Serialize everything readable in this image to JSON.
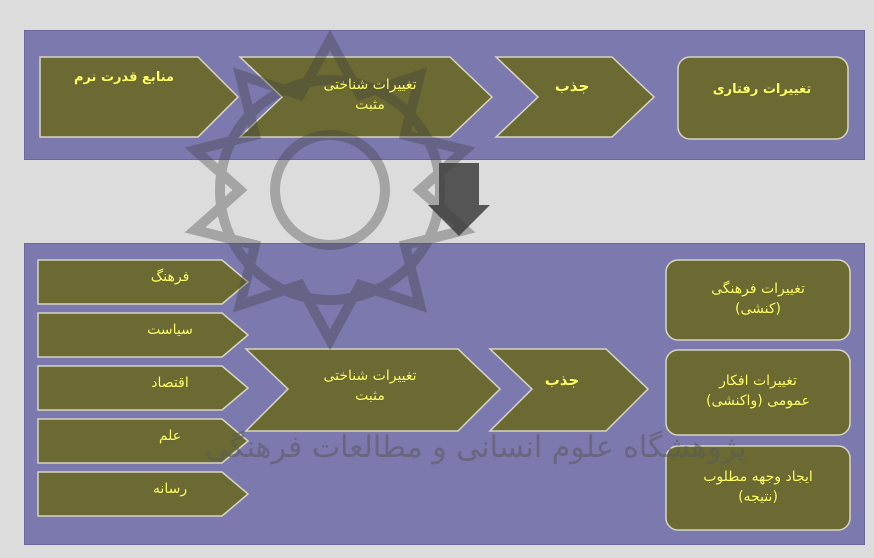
{
  "colors": {
    "panel": "#7b79ad",
    "shape_fill": "#6b6a33",
    "shape_stroke": "#d6d6c2",
    "text": "#ffff66",
    "arrow": "#555555",
    "watermark": "#5a5a5a"
  },
  "watermark": {
    "icon": "flower-emblem-icon",
    "text_line1": "پژوهشگاه علوم انسانی و مطالعات فرهنگی"
  },
  "top_row": {
    "chevron1": "منابع قدرت نرم",
    "chevron2_line1": "تغییرات شناختی",
    "chevron2_line2": "مثبت",
    "chevron3": "جذب",
    "result": "تغییرات رفتاری"
  },
  "down_arrow_icon": "down-arrow-icon",
  "bottom_row": {
    "sources": [
      "فرهنگ",
      "سیاست",
      "اقتصاد",
      "علم",
      "رسانه"
    ],
    "middle_line1": "تغییرات شناختی",
    "middle_line2": "مثبت",
    "attract": "جذب",
    "results": [
      {
        "line1": "تغییرات فرهنگی",
        "line2": "(کنشی)"
      },
      {
        "line1": "تغییرات افکار",
        "line2": "عمومی (واکنشی)"
      },
      {
        "line1": "ایجاد وجهه مطلوب",
        "line2": "(نتیجه)"
      }
    ]
  }
}
